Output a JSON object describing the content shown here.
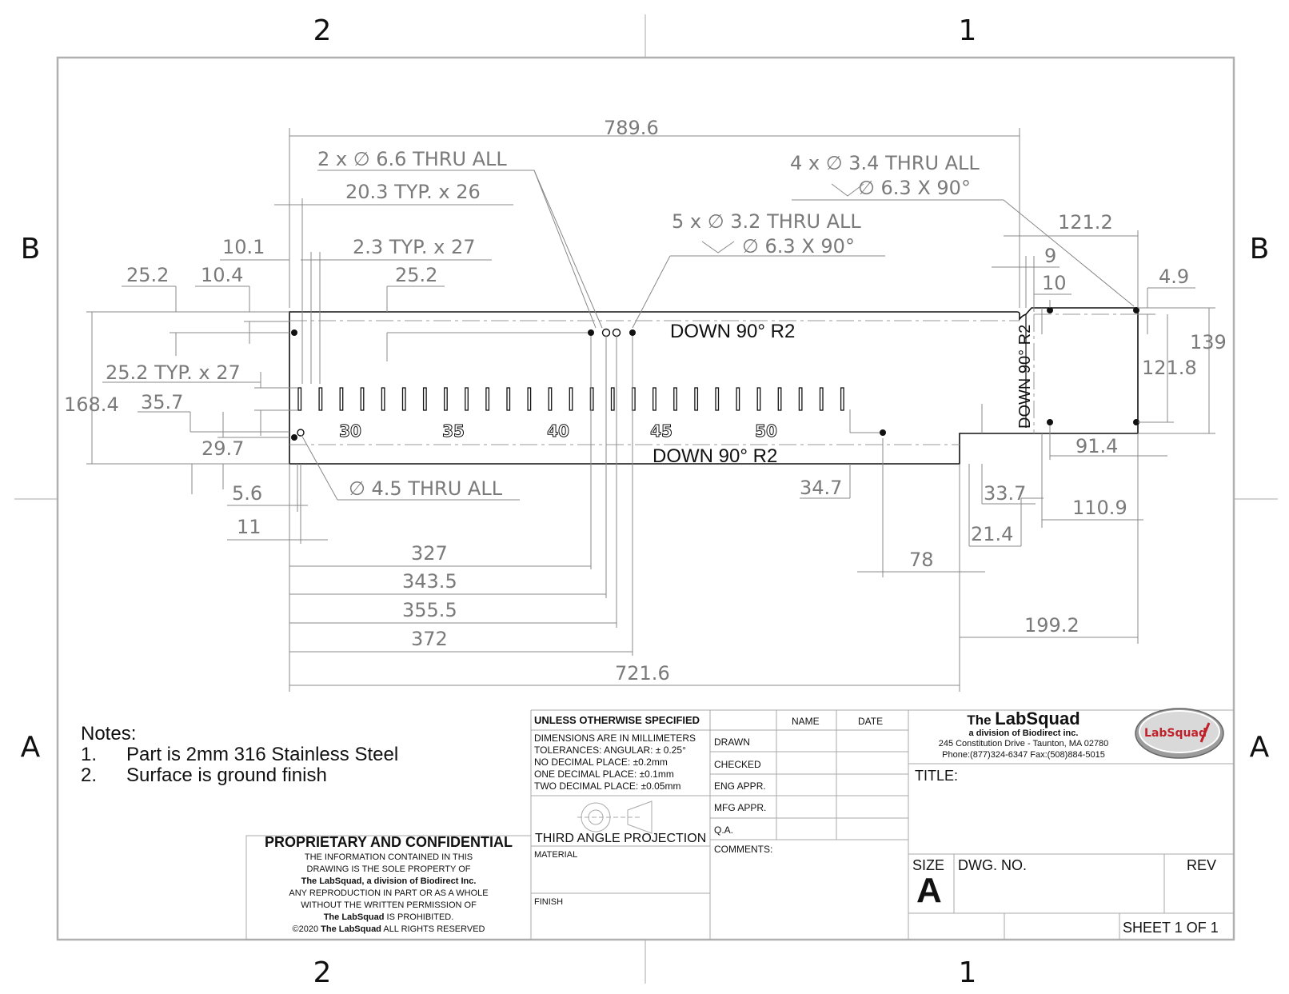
{
  "zones": {
    "col_left": "2",
    "col_right": "1",
    "row_top": "B",
    "row_bottom": "A"
  },
  "annotations": {
    "bend_top": "DOWN 90° R2",
    "bend_bottom": "DOWN 90° R2",
    "bend_right": "DOWN 90° R2",
    "holes_66": "2 x ∅ 6.6 THRU ALL",
    "holes_34": "4 x ∅ 3.4 THRU ALL",
    "holes_34_csk": "∅ 6.3 X 90°",
    "holes_32": "5 x ∅ 3.2 THRU ALL",
    "holes_32_csk": "∅ 6.3 X 90°",
    "hole_45": "∅ 4.5 THRU ALL",
    "slot_pitch": "20.3 TYP. x 26",
    "slot_width": "2.3 TYP. x 27",
    "slot_len": "25.2 TYP. x 27"
  },
  "dimensions": {
    "d7896": "789.6",
    "d101": "10.1",
    "d104": "10.4",
    "d252a": "25.2",
    "d252b": "25.2",
    "d1684": "168.4",
    "d357": "35.7",
    "d297": "29.7",
    "d56": "5.6",
    "d11": "11",
    "d327": "327",
    "d3435": "343.5",
    "d3555": "355.5",
    "d372": "372",
    "d7216": "721.6",
    "d347": "34.7",
    "d78": "78",
    "d337": "33.7",
    "d214": "21.4",
    "d1992": "199.2",
    "d1212": "121.2",
    "d9": "9",
    "d10": "10",
    "d49": "4.9",
    "d139": "139",
    "d1218": "121.8",
    "d914": "91.4",
    "d1109": "110.9"
  },
  "ruler": [
    "30",
    "35",
    "40",
    "45",
    "50"
  ],
  "notes": {
    "heading": "Notes:",
    "items": [
      {
        "num": "1.",
        "text": "Part is 2mm 316 Stainless Steel"
      },
      {
        "num": "2.",
        "text": "Surface is ground finish"
      }
    ]
  },
  "proprietary": {
    "title": "PROPRIETARY AND CONFIDENTIAL",
    "line1": "THE INFORMATION CONTAINED IN THIS",
    "line2": "DRAWING IS THE SOLE PROPERTY OF",
    "line3": "The LabSquad, a division of Biodirect Inc.",
    "line4": "ANY REPRODUCTION IN PART OR AS A WHOLE",
    "line5": "WITHOUT THE WRITTEN PERMISSION OF",
    "line6a": "The LabSquad",
    "line6b": " IS PROHIBITED.",
    "line7a": "©2020 ",
    "line7b": "The LabSquad",
    "line7c": " ALL RIGHTS RESERVED"
  },
  "tolerances": {
    "header": "UNLESS OTHERWISE SPECIFIED",
    "l1": "DIMENSIONS ARE IN MILLIMETERS",
    "l2": "TOLERANCES:  ANGULAR: ± 0.25°",
    "l3": "NO DECIMAL PLACE:   ±0.2mm",
    "l4": "ONE DECIMAL PLACE: ±0.1mm",
    "l5": "TWO DECIMAL PLACE: ±0.05mm",
    "projection": "THIRD ANGLE PROJECTION",
    "material": "MATERIAL",
    "finish": "FINISH"
  },
  "approvals": {
    "name_col": "NAME",
    "date_col": "DATE",
    "rows": [
      "DRAWN",
      "CHECKED",
      "ENG APPR.",
      "MFG APPR.",
      "Q.A."
    ],
    "comments": "COMMENTS:"
  },
  "company": {
    "name_pre": "The ",
    "name": "LabSquad",
    "division": "a division of Biodirect inc.",
    "address": "245 Constitution Drive - Taunton, MA 02780",
    "phone": "Phone:(877)324-6347 Fax:(508)884-5015",
    "logo": "LabSquad"
  },
  "titleblock": {
    "title_label": "TITLE:",
    "size_label": "SIZE",
    "size_value": "A",
    "dwg_label": "DWG.  NO.",
    "rev_label": "REV",
    "sheet": "SHEET 1 OF 1"
  }
}
